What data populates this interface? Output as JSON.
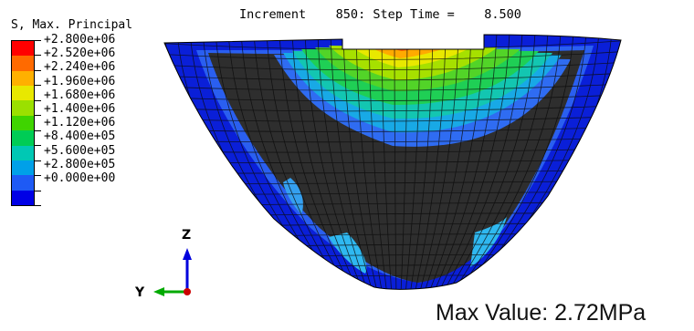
{
  "legend": {
    "title": "S, Max. Principal",
    "labels": [
      "+2.800e+06",
      "+2.520e+06",
      "+2.240e+06",
      "+1.960e+06",
      "+1.680e+06",
      "+1.400e+06",
      "+1.120e+06",
      "+8.400e+05",
      "+5.600e+05",
      "+2.800e+05",
      "+0.000e+00"
    ],
    "colors": [
      "#ff0000",
      "#ff6a00",
      "#ffb000",
      "#e8e800",
      "#9be000",
      "#3fd400",
      "#00cc55",
      "#00c8b4",
      "#00a0e8",
      "#1e5af5",
      "#0000e6"
    ]
  },
  "header": {
    "increment_label": "Increment",
    "increment_value": "850",
    "step_time_label": ": Step Time =",
    "step_time_value": "8.500"
  },
  "triad": {
    "z_label": "Z",
    "y_label": "Y"
  },
  "max_value": "Max Value: 2.72MPa"
}
